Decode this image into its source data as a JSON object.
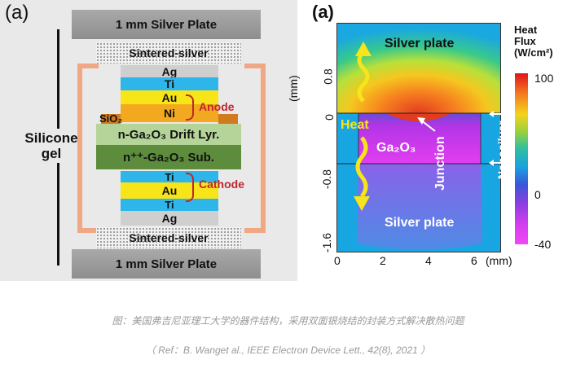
{
  "left_panel": {
    "panel_label": "(a)",
    "top_plate": "1 mm Silver Plate",
    "bottom_plate": "1 mm Silver Plate",
    "sintered_top": "Sintered-silver",
    "sintered_bottom": "Sintered-silver",
    "ag_top": "Ag",
    "ti_top": "Ti",
    "au_top": "Au",
    "ni": "Ni",
    "anode": "Anode",
    "sio2": "SiO₂",
    "drift": "n-Ga₂O₃ Drift Lyr.",
    "substrate": "n⁺⁺-Ga₂O₃ Sub.",
    "ti_bottom_1": "Ti",
    "au_bottom": "Au",
    "ti_bottom_2": "Ti",
    "ag_bottom": "Ag",
    "cathode": "Cathode",
    "silicone_line1": "Silicone",
    "silicone_line2": "gel"
  },
  "right_panel": {
    "panel_label": "(a)",
    "silver_plate_top": "Silver plate",
    "silver_plate_bottom": "Silver plate",
    "heat": "Heat",
    "ga2o3": "Ga₂O₃",
    "junction": "Junction",
    "nanosilver": "Nanosilver",
    "y_axis_label": "(mm)",
    "y_ticks": [
      "0.8",
      "0",
      "-0.8",
      "-1.6"
    ],
    "x_ticks": [
      "0",
      "2",
      "4",
      "6"
    ],
    "x_unit": "(mm)",
    "colorbar_title_1": "Heat",
    "colorbar_title_2": "Flux",
    "colorbar_title_3": "(W/cm²)",
    "colorbar_ticks": [
      "100",
      "0",
      "-40"
    ]
  },
  "caption_cn": "图：美国弗吉尼亚理工大学的器件结构，采用双面银烧结的封装方式解决散热问题",
  "caption_ref": "（ Ref：B. Wanget al., IEEE Electron Device Lett., 42(8), 2021 ）",
  "colors": {
    "ti": "#2eb6ea",
    "au": "#f7e51a",
    "ni": "#f2a91f",
    "sio2": "#d07b1f",
    "drift": "#b5d49a",
    "substrate": "#5c8c3c",
    "bracket": "#f0a784",
    "annotation_red": "#c0272d"
  }
}
